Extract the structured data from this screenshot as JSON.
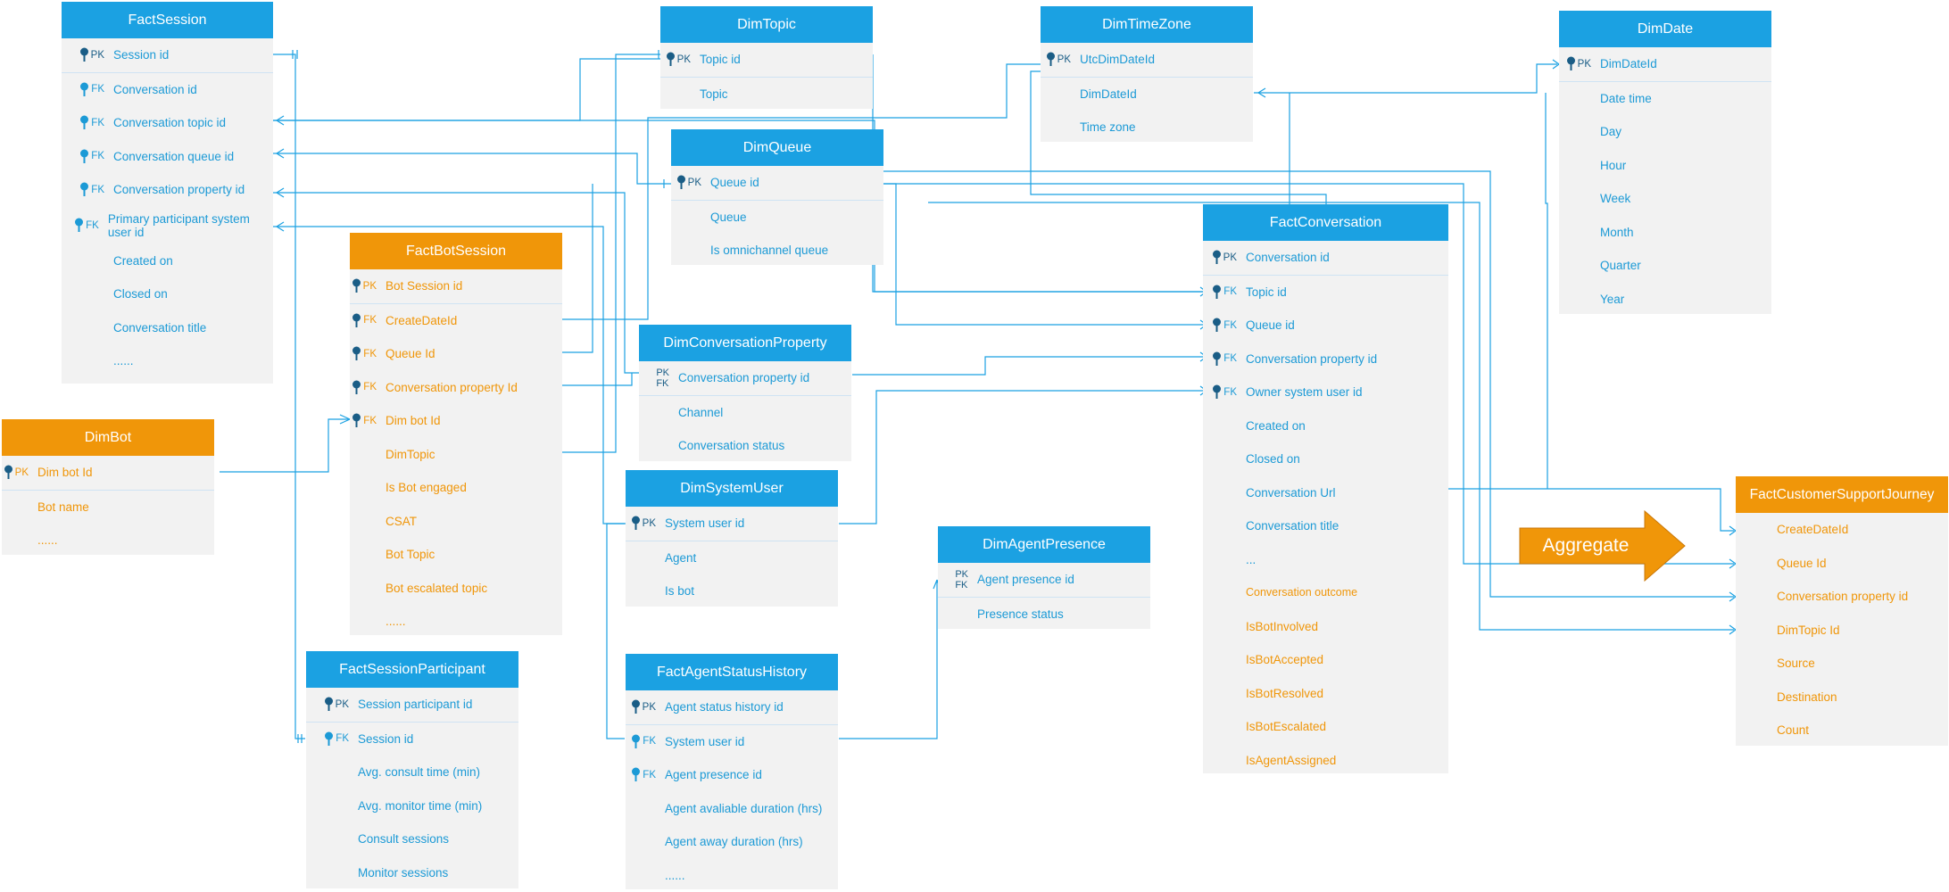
{
  "entities": {
    "fact_session": {
      "title": "FactSession",
      "rows": [
        {
          "key": "PK",
          "label": "Session id"
        },
        {
          "key": "FK",
          "label": "Conversation id"
        },
        {
          "key": "FK",
          "label": "Conversation topic id"
        },
        {
          "key": "FK",
          "label": "Conversation queue id"
        },
        {
          "key": "FK",
          "label": "Conversation property id"
        },
        {
          "key": "FK",
          "label": "Primary participant system user id"
        },
        {
          "key": "",
          "label": "Created on"
        },
        {
          "key": "",
          "label": "Closed on"
        },
        {
          "key": "",
          "label": "Conversation title"
        },
        {
          "key": "",
          "label": "......"
        }
      ]
    },
    "dim_bot": {
      "title": "DimBot",
      "rows": [
        {
          "key": "PK",
          "label": "Dim bot Id"
        },
        {
          "key": "",
          "label": "Bot name"
        },
        {
          "key": "",
          "label": "......"
        }
      ]
    },
    "fact_bot_session": {
      "title": "FactBotSession",
      "rows": [
        {
          "key": "PK",
          "label": "Bot Session id"
        },
        {
          "key": "FK",
          "label": "CreateDateId"
        },
        {
          "key": "FK",
          "label": "Queue Id"
        },
        {
          "key": "FK",
          "label": "Conversation property Id"
        },
        {
          "key": "FK",
          "label": "Dim bot Id"
        },
        {
          "key": "",
          "label": "DimTopic"
        },
        {
          "key": "",
          "label": "Is Bot engaged"
        },
        {
          "key": "",
          "label": "CSAT"
        },
        {
          "key": "",
          "label": "Bot Topic"
        },
        {
          "key": "",
          "label": "Bot escalated topic"
        },
        {
          "key": "",
          "label": "......"
        }
      ]
    },
    "fact_session_participant": {
      "title": "FactSessionParticipant",
      "rows": [
        {
          "key": "PK",
          "label": "Session participant id"
        },
        {
          "key": "FK",
          "label": "Session id"
        },
        {
          "key": "",
          "label": "Avg. consult time (min)"
        },
        {
          "key": "",
          "label": "Avg. monitor time (min)"
        },
        {
          "key": "",
          "label": "Consult sessions"
        },
        {
          "key": "",
          "label": "Monitor sessions"
        }
      ]
    },
    "dim_topic": {
      "title": "DimTopic",
      "rows": [
        {
          "key": "PK",
          "label": "Topic id"
        },
        {
          "key": "",
          "label": "Topic"
        }
      ]
    },
    "dim_queue": {
      "title": "DimQueue",
      "rows": [
        {
          "key": "PK",
          "label": "Queue id"
        },
        {
          "key": "",
          "label": "Queue"
        },
        {
          "key": "",
          "label": "Is omnichannel queue"
        }
      ]
    },
    "dim_conversation_property": {
      "title": "DimConversationProperty",
      "rows": [
        {
          "key": "PKFK",
          "label": "Conversation property id"
        },
        {
          "key": "",
          "label": "Channel"
        },
        {
          "key": "",
          "label": "Conversation status"
        }
      ]
    },
    "dim_system_user": {
      "title": "DimSystemUser",
      "rows": [
        {
          "key": "PK",
          "label": "System user id"
        },
        {
          "key": "",
          "label": "Agent"
        },
        {
          "key": "",
          "label": "Is bot"
        }
      ]
    },
    "fact_agent_status_history": {
      "title": "FactAgentStatusHistory",
      "rows": [
        {
          "key": "PK",
          "label": "Agent status history id"
        },
        {
          "key": "FK",
          "label": "System user id"
        },
        {
          "key": "FK",
          "label": "Agent presence id"
        },
        {
          "key": "",
          "label": "Agent avaliable duration (hrs)"
        },
        {
          "key": "",
          "label": "Agent away duration (hrs)"
        },
        {
          "key": "",
          "label": "......"
        }
      ]
    },
    "dim_time_zone": {
      "title": "DimTimeZone",
      "rows": [
        {
          "key": "PK",
          "label": "UtcDimDateId"
        },
        {
          "key": "",
          "label": "DimDateId"
        },
        {
          "key": "",
          "label": "Time zone"
        }
      ]
    },
    "dim_agent_presence": {
      "title": "DimAgentPresence",
      "rows": [
        {
          "key": "PKFK",
          "label": "Agent presence id"
        },
        {
          "key": "",
          "label": "Presence status"
        }
      ]
    },
    "fact_conversation": {
      "title": "FactConversation",
      "rows": [
        {
          "key": "PK",
          "label": "Conversation id"
        },
        {
          "key": "FK",
          "label": "Topic id"
        },
        {
          "key": "FK",
          "label": "Queue id"
        },
        {
          "key": "FK",
          "label": "Conversation property id"
        },
        {
          "key": "FK",
          "label": "Owner system user id"
        },
        {
          "key": "",
          "label": "Created on"
        },
        {
          "key": "",
          "label": "Closed on"
        },
        {
          "key": "",
          "label": "Conversation Url"
        },
        {
          "key": "",
          "label": "Conversation title"
        },
        {
          "key": "",
          "label": "..."
        },
        {
          "key": "",
          "label": "Conversation outcome",
          "tone": "orange"
        },
        {
          "key": "",
          "label": "IsBotInvolved",
          "tone": "orange"
        },
        {
          "key": "",
          "label": "IsBotAccepted",
          "tone": "orange"
        },
        {
          "key": "",
          "label": "IsBotResolved",
          "tone": "orange"
        },
        {
          "key": "",
          "label": "IsBotEscalated",
          "tone": "orange"
        },
        {
          "key": "",
          "label": "IsAgentAssigned",
          "tone": "orange"
        }
      ]
    },
    "dim_date": {
      "title": "DimDate",
      "rows": [
        {
          "key": "PK",
          "label": "DimDateId"
        },
        {
          "key": "",
          "label": "Date time"
        },
        {
          "key": "",
          "label": "Day"
        },
        {
          "key": "",
          "label": "Hour"
        },
        {
          "key": "",
          "label": "Week"
        },
        {
          "key": "",
          "label": "Month"
        },
        {
          "key": "",
          "label": "Quarter"
        },
        {
          "key": "",
          "label": "Year"
        }
      ]
    },
    "fact_customer_support_journey": {
      "title": "FactCustomerSupportJourney",
      "rows": [
        {
          "key": "",
          "label": "CreateDateId"
        },
        {
          "key": "",
          "label": "Queue Id"
        },
        {
          "key": "",
          "label": "Conversation property id"
        },
        {
          "key": "",
          "label": "DimTopic Id"
        },
        {
          "key": "",
          "label": "Source"
        },
        {
          "key": "",
          "label": "Destination"
        },
        {
          "key": "",
          "label": "Count"
        }
      ]
    }
  },
  "aggregate_label": "Aggregate",
  "colors": {
    "dimension_header": "#1ba1e2",
    "fact_header_orange": "#f09609",
    "body": "#f2f2f2",
    "connector": "#1ba1e2",
    "key_icon": "#1a5d86"
  }
}
